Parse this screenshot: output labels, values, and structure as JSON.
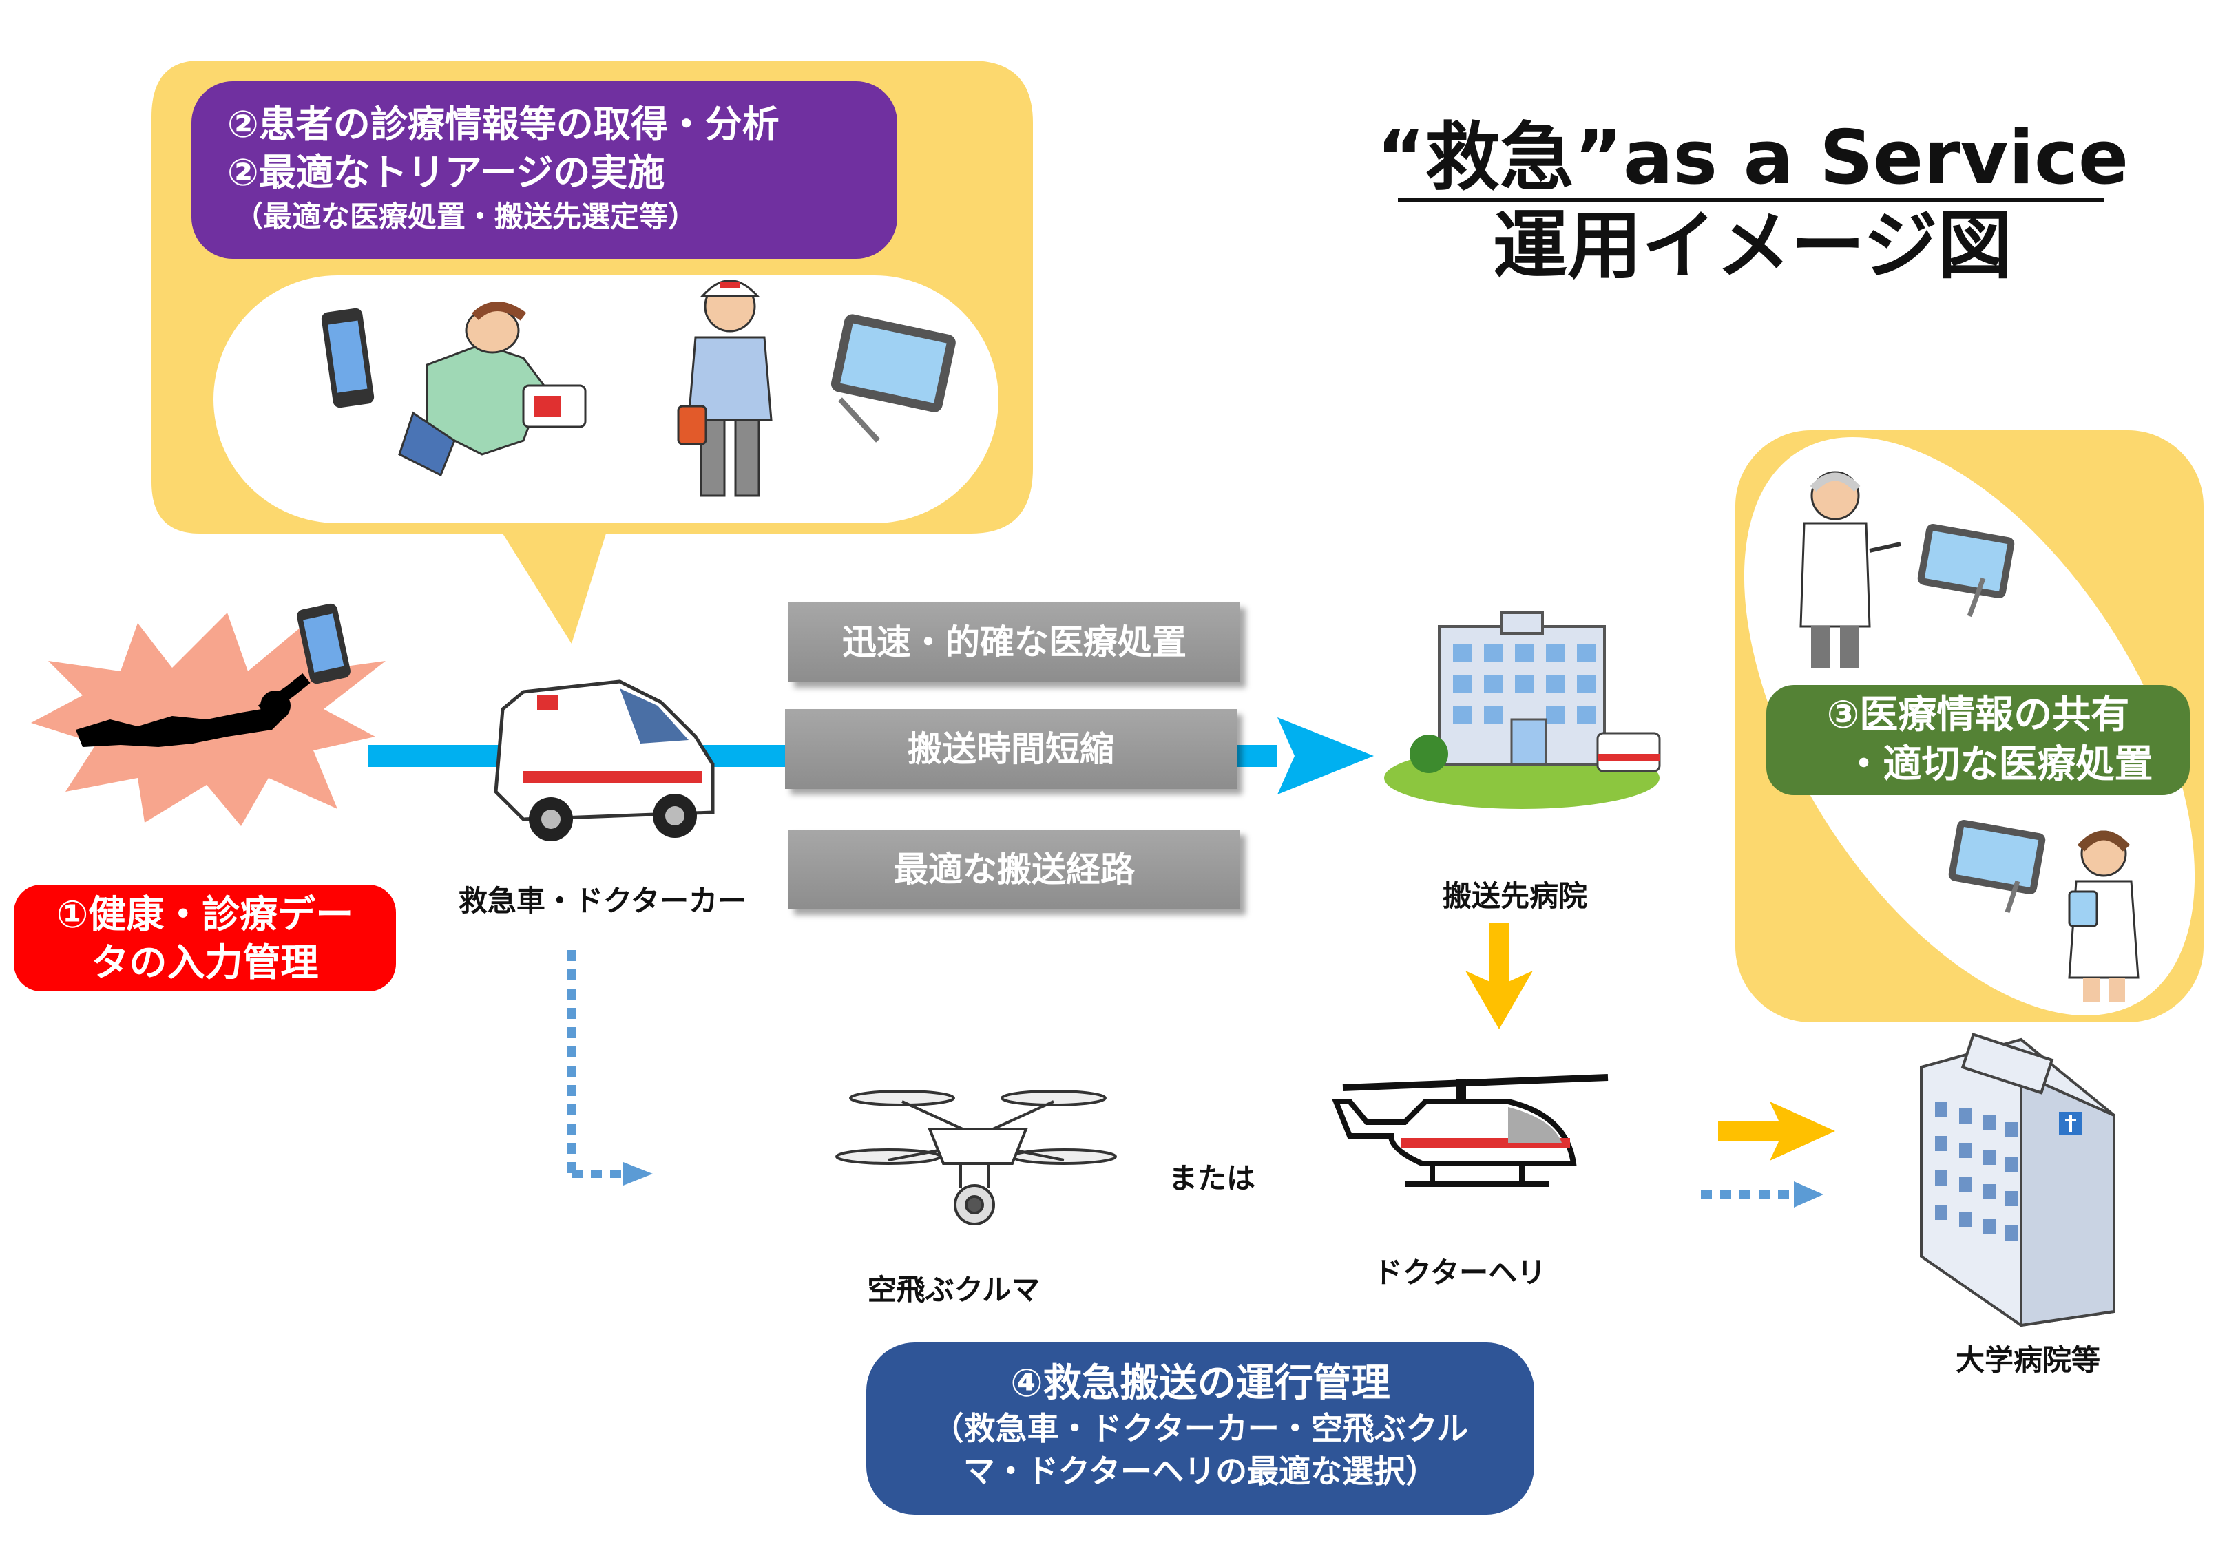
{
  "title": {
    "line1": "“救急”as a Service",
    "line2": "運用イメージ図"
  },
  "step1": {
    "line1": "①健康・診療デー",
    "line2": "タの入力管理",
    "color": "#ff0000"
  },
  "step2": {
    "line1": "②患者の診療情報等の取得・分析",
    "line2": "②最適なトリアージの実施",
    "line3": "（最適な医療処置・搬送先選定等）",
    "color": "#7030a0"
  },
  "step3": {
    "line1": "③医療情報の共有",
    "line2": "・適切な医療処置",
    "color": "#548235"
  },
  "step4": {
    "line1": "④救急搬送の運行管理",
    "line2": "（救急車・ドクターカー・空飛ぶクル",
    "line3": "マ・ドクターヘリの最適な選択）",
    "color": "#2f5597"
  },
  "benefits": [
    "迅速・的確な医療処置",
    "搬送時間短縮",
    "最適な搬送経路"
  ],
  "labels": {
    "ambulance": "救急車・ドクターカー",
    "destination_hospital": "搬送先病院",
    "flying_car": "空飛ぶクルマ",
    "or": "または",
    "helicopter": "ドクターヘリ",
    "university_hospital": "大学病院等"
  },
  "colors": {
    "bubble": "#fcd86e",
    "arrow_main": "#00b0f0",
    "arrow_yellow": "#ffc000",
    "arrow_dotted": "#5b9bd5"
  },
  "icons": [
    "smartphone-icon",
    "cpr-patient-icon",
    "aed-icon",
    "paramedic-icon",
    "tablet-icon",
    "collapsed-person-icon",
    "ambulance-icon",
    "hospital-icon",
    "doctor-icon",
    "nurse-icon",
    "drone-icon",
    "helicopter-icon",
    "university-hospital-icon"
  ]
}
